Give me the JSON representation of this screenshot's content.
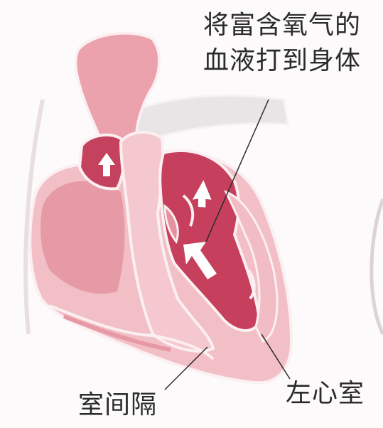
{
  "annotations": {
    "aorta_line1": "将富含氧气的",
    "aorta_line2": "血液打到身体",
    "septum": "室间隔",
    "left_ventricle": "左心室"
  },
  "colors": {
    "tissue_light": "#f3c9cf",
    "tissue_mid": "#e79aa6",
    "chamber_dark": "#c4425e",
    "chamber_deep": "#a92c49",
    "arrow": "#ffffff",
    "outline": "#fbeff1"
  },
  "icons": [
    "up-arrow-icon",
    "down-arrow-icon",
    "flow-arrow-icon"
  ]
}
